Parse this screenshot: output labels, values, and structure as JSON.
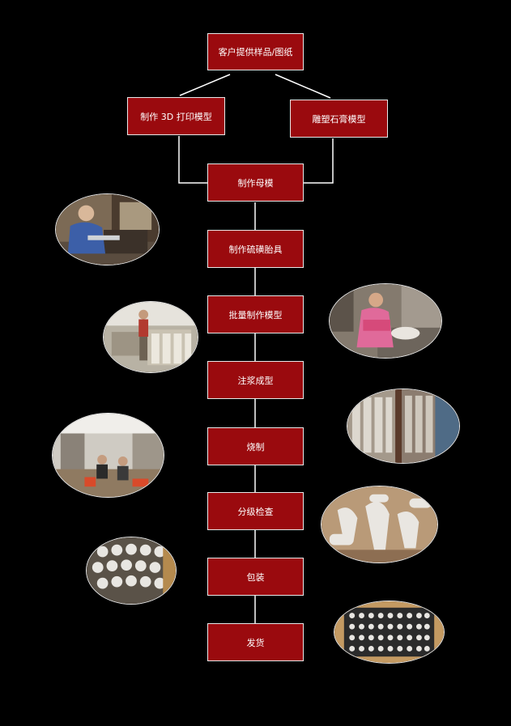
{
  "steps": {
    "s1": "客户提供样品/图纸",
    "s2a": "制作 3D 打印模型",
    "s2b": "雕塑石膏模型",
    "s3": "制作母模",
    "s4": "制作硫磺胎具",
    "s5": "批量制作模型",
    "s6": "注浆成型",
    "s7": "烧制",
    "s8": "分级检查",
    "s9": "包装",
    "s10": "发货"
  },
  "colors": {
    "box_fill": "#9a0a0e",
    "box_border": "#e8e8e8",
    "line": "#ffffff",
    "background": "#000000"
  }
}
